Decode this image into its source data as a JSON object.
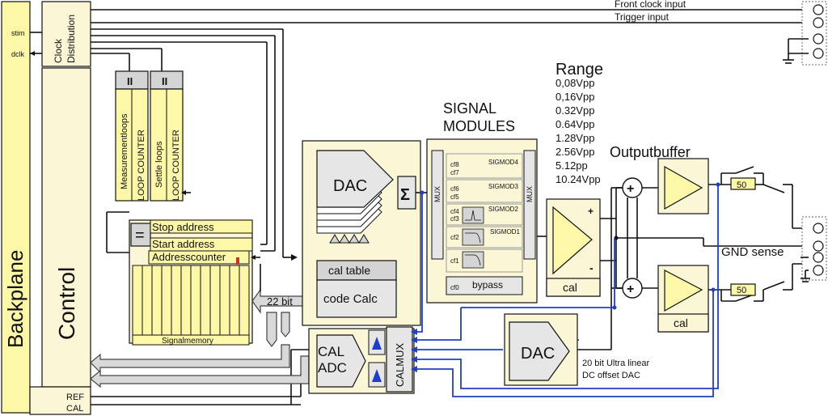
{
  "inputs": {
    "front_clock": "Front clock input",
    "trigger": "Trigger input",
    "gnd_sense": "GND sense"
  },
  "backplane": {
    "label": "Backplane",
    "stim": "stim",
    "dclk": "dclk",
    "ref": "REF",
    "cal": "CAL"
  },
  "clock_distribution": {
    "line1": "Clock",
    "line2": "Distribution"
  },
  "control": {
    "label": "Control"
  },
  "loop_counters": [
    {
      "parallel": "II",
      "name": "Measurementloops",
      "type": "LOOP COUNTER"
    },
    {
      "parallel": "II",
      "name": "Settle loops",
      "type": "LOOP COUNTER"
    }
  ],
  "memory": {
    "equals": "=",
    "stop_address": "Stop address",
    "start_address": "Start address",
    "address_counter": "Addresscounter",
    "signal_memory": "Signalmemory",
    "bus_width": "22 bit"
  },
  "dac_block": {
    "dac": "DAC",
    "sum": "Σ",
    "cal_table": "cal table",
    "code_calc": "code Calc"
  },
  "signal_modules": {
    "title_line1": "SIGNAL",
    "title_line2": "MODULES",
    "mux": "MUX",
    "sigmod4": "SIGMOD4",
    "sigmod3": "SIGMOD3",
    "sigmod2": "SIGMOD2",
    "sigmod1": "SIGMOD1",
    "cf8": "cf8",
    "cf7": "cf7",
    "cf6": "cf6",
    "cf5": "cf5",
    "cf4": "cf4",
    "cf3": "cf3",
    "cf2": "cf2",
    "cf1": "cf1",
    "cf0": "cf0",
    "bypass": "bypass"
  },
  "range": {
    "title": "Range",
    "values": [
      "0,08Vpp",
      "0,16Vpp",
      "0.32Vpp",
      "0.64Vpp",
      "1.28Vpp",
      "2.56Vpp",
      "5.12pp",
      "10.24Vpp"
    ]
  },
  "output": {
    "title": "Outputbuffer",
    "cal": "cal",
    "plus": "+",
    "minus": "-",
    "sum_plus": "+",
    "relay_50": "50"
  },
  "cal_adc": {
    "line1": "CAL",
    "line2": "ADC",
    "calmux": "CALMUX"
  },
  "offset_dac": {
    "dac": "DAC",
    "desc_line1": "20 bit Ultra linear",
    "desc_line2": "DC offset DAC"
  },
  "colors": {
    "yellow": "#fdf7a8",
    "yellow_dark": "#f3e35a",
    "panel": "#fbf6d6",
    "gray": "#d4d4d4",
    "blue": "#1f3ec9"
  }
}
